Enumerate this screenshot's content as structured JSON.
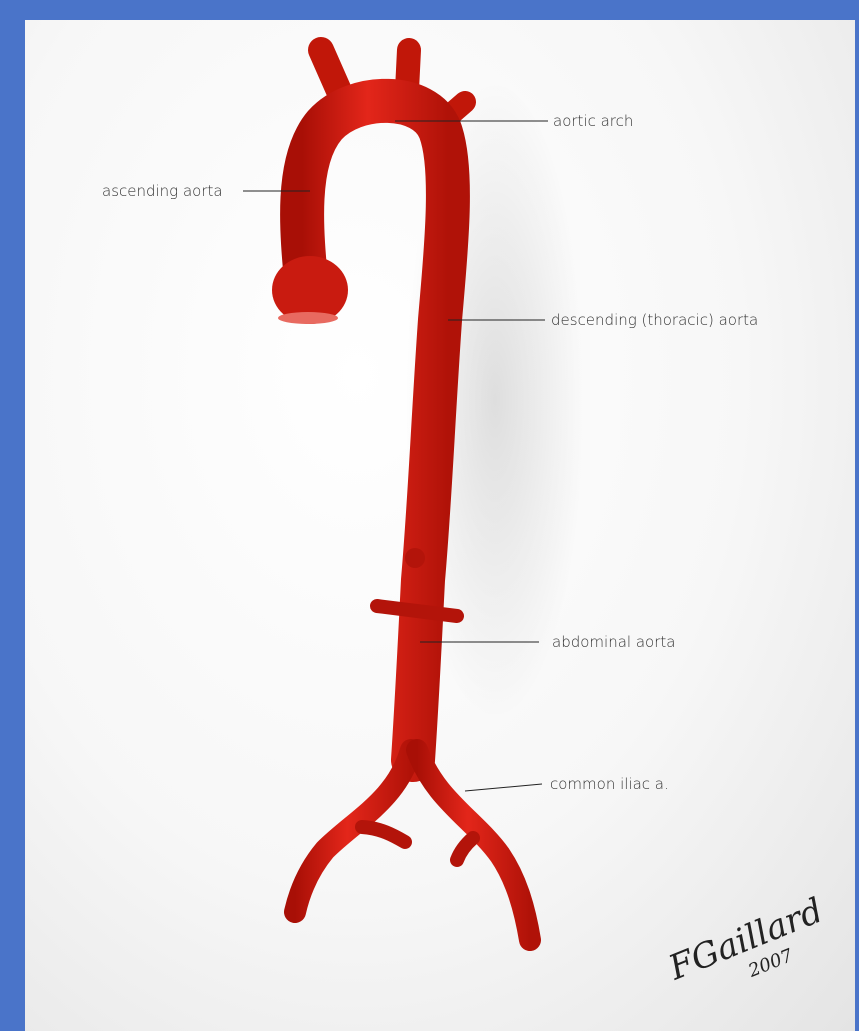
{
  "diagram": {
    "labels": {
      "aortic_arch": "aortic arch",
      "ascending_aorta": "ascending aorta",
      "descending_aorta": "descending (thoracic) aorta",
      "abdominal_aorta": "abdominal aorta",
      "common_iliac": "common iliac a."
    },
    "signature": {
      "name": "FGaillard",
      "year": "2007"
    },
    "colors": {
      "border": "#4a74c9",
      "vessel": "#d41a0e",
      "vessel_shade": "#9e0f06",
      "label_text": "#333333"
    }
  }
}
